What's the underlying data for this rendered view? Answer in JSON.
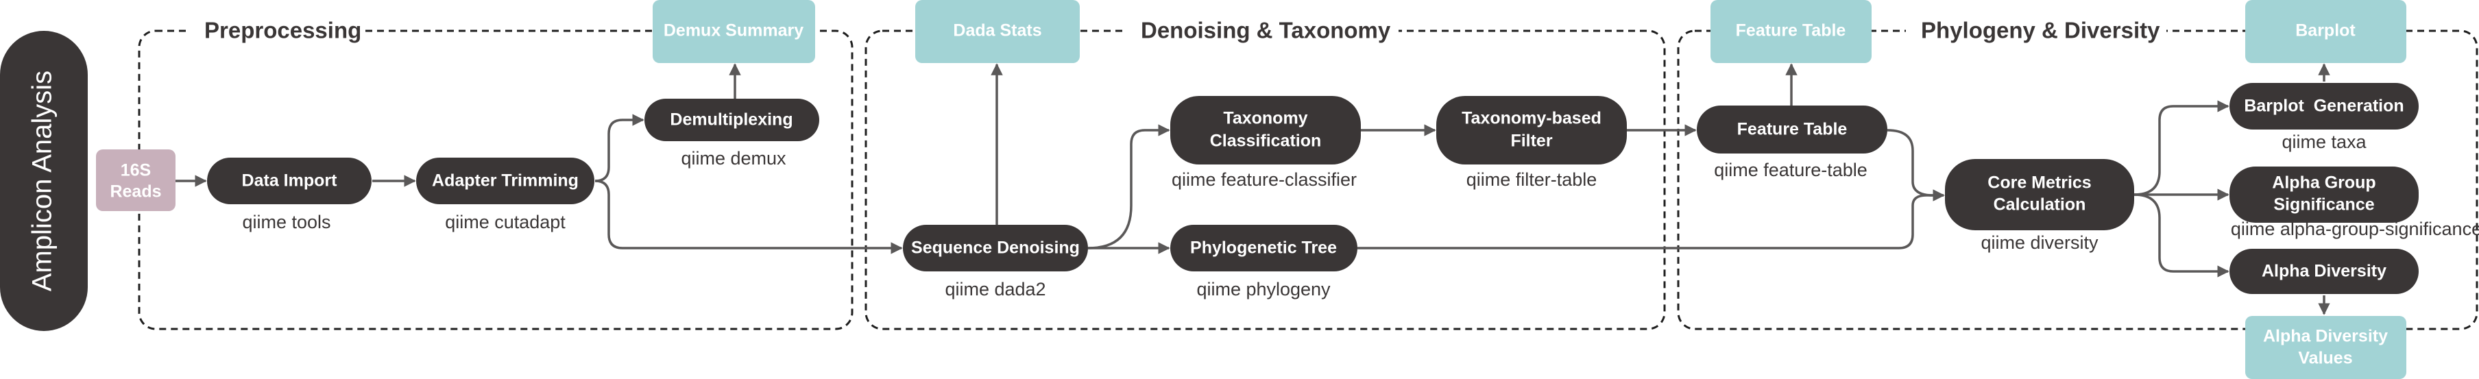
{
  "side_label": "Amplicon Analysis",
  "groups": {
    "preprocessing": "Preprocessing",
    "denoising": "Denoising & Taxonomy",
    "phylogeny": "Phylogeny & Diversity"
  },
  "nodes": {
    "reads": [
      "16S",
      "Reads"
    ],
    "data_import": "Data Import",
    "adapter_trimming": "Adapter Trimming",
    "demultiplexing": "Demultiplexing",
    "demux_summary": "Demux Summary",
    "dada_stats": "Dada Stats",
    "sequence_denoising": "Sequence Denoising",
    "taxonomy_classification": [
      "Taxonomy",
      "Classification"
    ],
    "taxonomy_filter": [
      "Taxonomy-based",
      "Filter"
    ],
    "phylogenetic_tree": "Phylogenetic Tree",
    "feature_table_output": "Feature Table",
    "feature_table": "Feature Table",
    "core_metrics": [
      "Core Metrics",
      "Calculation"
    ],
    "barplot_output": "Barplot",
    "barplot_generation": "Barplot  Generation",
    "alpha_group": [
      "Alpha Group",
      "Significance"
    ],
    "alpha_diversity": "Alpha Diversity",
    "alpha_values": [
      "Alpha Diversity",
      "Values"
    ]
  },
  "commands": {
    "data_import": "qiime tools",
    "adapter_trimming": "qiime cutadapt",
    "demultiplexing": "qiime demux",
    "sequence_denoising": "qiime dada2",
    "taxonomy_classification": "qiime feature-classifier",
    "taxonomy_filter": "qiime filter-table",
    "phylogenetic_tree": "qiime phylogeny",
    "feature_table": "qiime feature-table",
    "core_metrics": "qiime diversity",
    "barplot_generation": "qiime taxa",
    "alpha_group": "qiime alpha-group-significance"
  },
  "colors": {
    "process_node": "#3a3636",
    "output_node": "#a2d3d5",
    "input_node": "#c8b0bb"
  }
}
